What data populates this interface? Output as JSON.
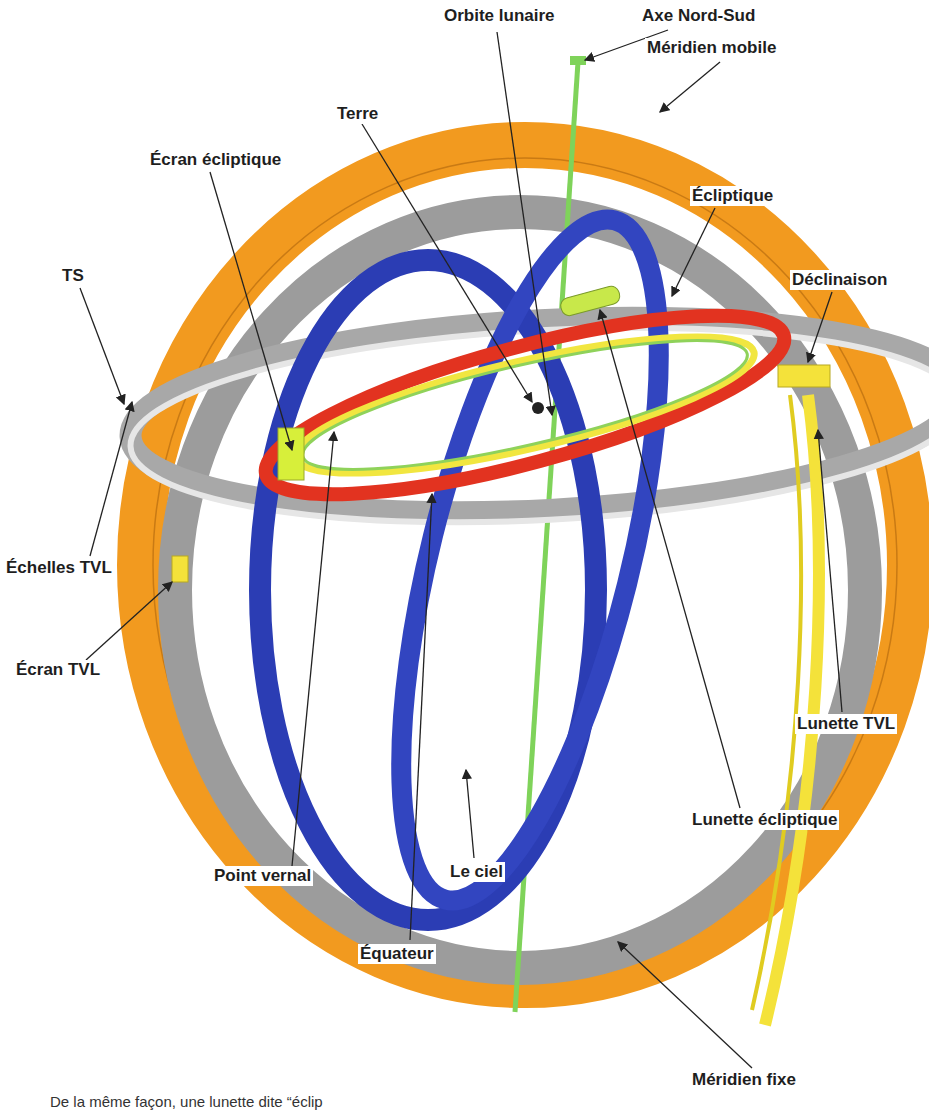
{
  "diagram": {
    "labels": [
      "Orbite lunaire",
      "Axe Nord-Sud",
      "Méridien mobile",
      "Terre",
      "Écran écliptique",
      "Écliptique",
      "TS",
      "Déclinaison",
      "Échelles TVL",
      "Lunette TVL",
      "Écran TVL",
      "Lunette écliptique",
      "Point vernal",
      "Le ciel",
      "Équateur",
      "Méridien fixe",
      "De la même façon, une lunette dite “éclip"
    ]
  }
}
